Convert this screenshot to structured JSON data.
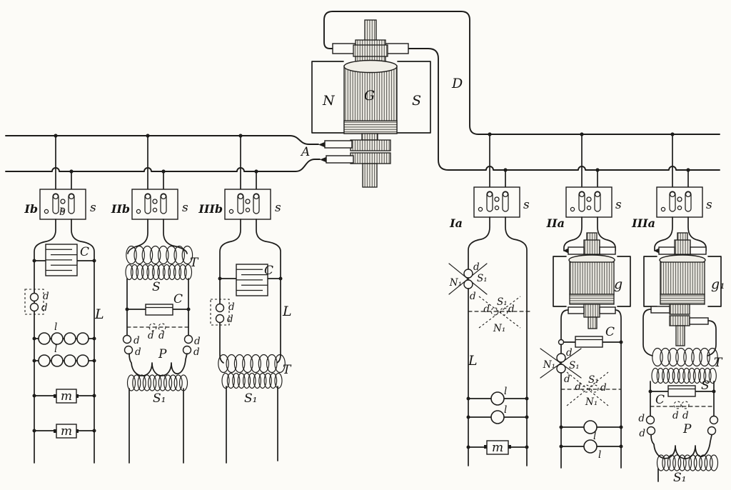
{
  "ink_color": "#1d1c1a",
  "paper_color": "#fcfbf7",
  "labels": {
    "generator": {
      "armature": "G",
      "north_pole": "N",
      "south_pole": "S",
      "line_d": "D",
      "line_a": "A"
    },
    "cutouts": {
      "left": [
        "Ib",
        "IIb",
        "IIIb"
      ],
      "right": [
        "Ia",
        "IIa",
        "IIIa"
      ],
      "terminal": "s",
      "inner_b": "b"
    },
    "parts": {
      "condenser": "C",
      "line": "L",
      "lamp": "l",
      "motor_box": "m",
      "coil_T": "T",
      "coil_S": "S",
      "coil_P": "P",
      "coil_S1": "S₁",
      "contact_d": "d",
      "gap_N1": "N₁",
      "gap_S1": "S₁",
      "motor_g": "g",
      "motor_g1": "g₁"
    }
  }
}
